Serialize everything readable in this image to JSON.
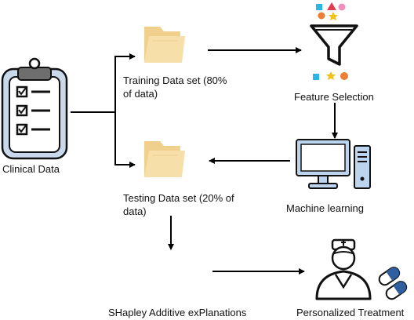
{
  "nodes": {
    "clinical": {
      "label": "Clinical Data",
      "icon": "clipboard-checklist-icon"
    },
    "training": {
      "label": "Training Data set (80%\nof data)",
      "icon": "folder-icon"
    },
    "testing": {
      "label": "Testing Data set (20% of\ndata)",
      "icon": "folder-icon"
    },
    "feature": {
      "label": "Feature Selection",
      "icon": "funnel-filter-icon"
    },
    "ml": {
      "label": "Machine learning",
      "icon": "desktop-computer-icon"
    },
    "shap": {
      "label": "SHapley Additive exPlanations",
      "icon": "shap-logo-icon"
    },
    "treatment": {
      "label": "Personalized Treatment",
      "icon": "doctor-pills-icon"
    }
  },
  "colors": {
    "folder": "#f6dfa8",
    "clipboard": "#c9d8ea",
    "monitor": "#bcd4ee",
    "shape_cyan": "#2bb5e6",
    "shape_red": "#e23c4f",
    "shape_yellow": "#f2c21a",
    "shape_pink": "#ee8fc0",
    "shape_orange": "#ef7d34",
    "pill_blue": "#2f5f9e"
  }
}
